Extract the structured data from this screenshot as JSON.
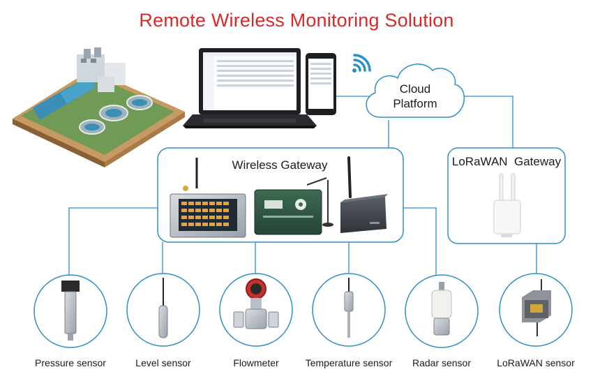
{
  "title": "Remote Wireless Monitoring Solution",
  "cloud": {
    "line1": "Cloud",
    "line2": "Platform"
  },
  "wireless_gateway": {
    "title": "Wireless Gateway"
  },
  "lorawan_gateway": {
    "title": "LoRaWAN  Gateway"
  },
  "sensors": [
    {
      "label": "Pressure sensor"
    },
    {
      "label": "Level sensor"
    },
    {
      "label": "Flowmeter"
    },
    {
      "label": "Temperature sensor"
    },
    {
      "label": "Radar sensor"
    },
    {
      "label": "LoRaWAN sensor"
    }
  ],
  "colors": {
    "title": "#d62a2a",
    "line": "#2e8fc4",
    "gateway_border": "#2e8fc4"
  }
}
